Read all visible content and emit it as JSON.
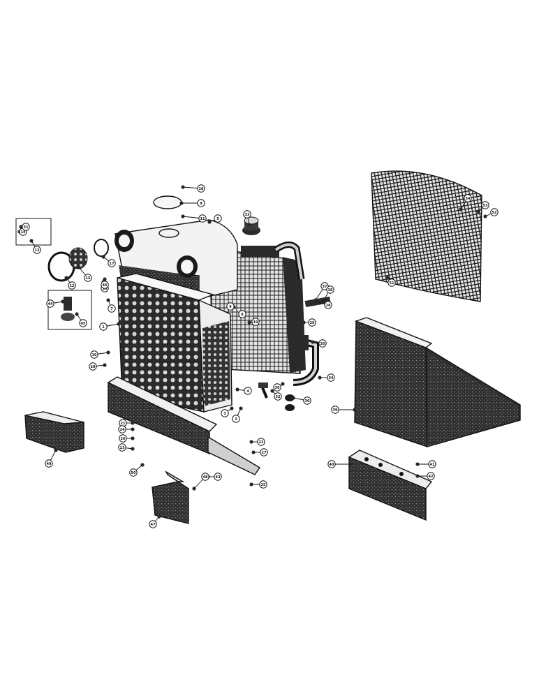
{
  "colors": {
    "ink": "#111111",
    "paper": "#ffffff",
    "shade": "#2b2b2b",
    "light": "#e9e9e9"
  },
  "callouts": [
    "1",
    "2",
    "3",
    "4",
    "5",
    "6",
    "7",
    "8",
    "9",
    "10",
    "11",
    "12",
    "13",
    "14",
    "15",
    "16",
    "17",
    "18",
    "19",
    "20",
    "21",
    "22",
    "23",
    "24",
    "25",
    "26",
    "27",
    "28",
    "29",
    "30",
    "31",
    "32",
    "33",
    "34",
    "35",
    "36",
    "37",
    "38",
    "39",
    "40",
    "41",
    "42",
    "43",
    "44",
    "45",
    "46",
    "47",
    "48",
    "49",
    "50",
    "51",
    "52",
    "53",
    "54"
  ]
}
